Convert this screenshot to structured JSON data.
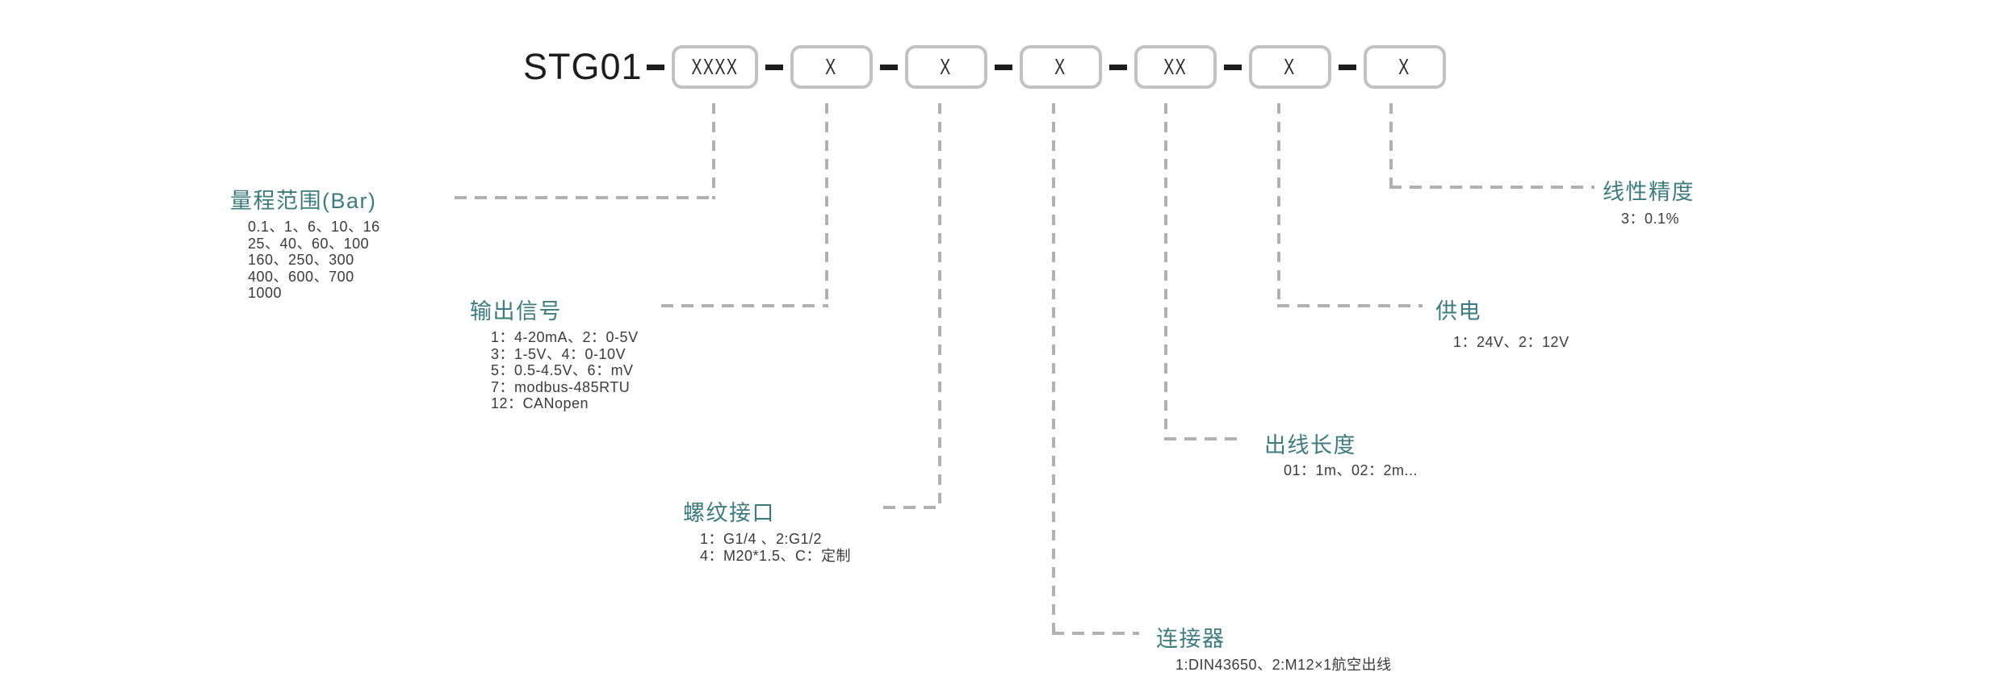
{
  "colors": {
    "accent": "#3E7B7E",
    "title": "#1d1d1d",
    "text": "#3b3b3b",
    "line": "#b1b1b1",
    "box_border": "#c2c2c2"
  },
  "model": {
    "title": "STG01",
    "boxes": [
      "XXXX",
      "X",
      "X",
      "X",
      "XX",
      "X",
      "X"
    ]
  },
  "groups": [
    {
      "label": "量程范围(Bar)",
      "lines": [
        "0.1、1、6、10、16",
        "25、40、60、100",
        "160、250、300",
        "400、600、700",
        "1000"
      ]
    },
    {
      "label": "输出信号",
      "lines": [
        "1：4-20mA、2：0-5V",
        "3：1-5V、4：0-10V",
        "5：0.5-4.5V、6：mV",
        "7：modbus-485RTU",
        "12：CANopen"
      ]
    },
    {
      "label": "螺纹接口",
      "lines": [
        "1：G1/4 、2:G1/2",
        "4：M20*1.5、C：定制"
      ]
    },
    {
      "label": "连接器",
      "lines": [
        "1:DIN43650、2:M12×1航空出线"
      ]
    },
    {
      "label": "出线长度",
      "lines": [
        "01：1m、02：2m..."
      ]
    },
    {
      "label": "供电",
      "lines": [
        "1：24V、2：12V"
      ]
    },
    {
      "label": "线性精度",
      "lines": [
        "3：0.1%"
      ]
    }
  ]
}
